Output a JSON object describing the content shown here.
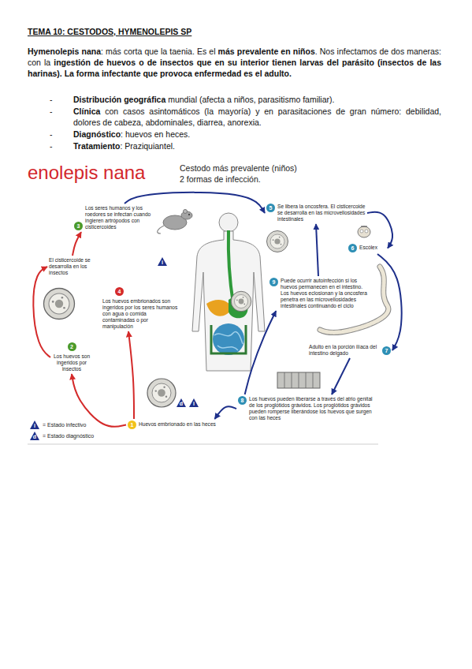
{
  "diagram": {
    "title": "TEMA 10: CESTODOS, HYMENOLEPIS SP",
    "nodes": [
      {
        "text": [
          "3",
          "Los seres humanos y los roedores se infectan cuando ingieren artrópodos con cisticercoides"
        ]
      },
      {
        "text": [
          "5",
          "Se libera la oncosfera. El cisticercoide se desarrolla en las microvellosidades intestinales"
        ]
      },
      {
        "text": [
          "El cisticercoide se desarrolla en los insectos"
        ]
      },
      {
        "text": [
          "6",
          "Escólex"
        ]
      },
      {
        "text": [
          "9",
          "Puede ocurrir autoinfección si los huevos permanecen en el intestino. Los huevos eclosionan y la oncosfera penetra en las microvellosidades intestinales continuando el ciclo"
        ]
      },
      {
        "text": [
          "4",
          "Los huevos embrionados son ingeridos por los seres humanos con agua o comida contaminadas o por manipulación"
        ]
      },
      {
        "text": [
          "7",
          "Adulto en la porción ilíaca del intestino delgado"
        ]
      },
      {
        "text": [
          "2",
          "Los huevos son ingeridos por insectos"
        ]
      },
      {
        "text": [
          "8",
          "Los huevos pueden liberarse a través del atrio genital de los proglótidos grávidos. Los proglótidos grávidos pueden romperse liberándose los huevos que surgen con las heces"
        ]
      },
      {
        "text": [
          "1",
          "Huevos embrionado en las heces"
        ]
      }
    ],
    "edges": [
      {
        "from": 9,
        "to": 7,
        "arrow": "to"
      },
      {
        "from": 7,
        "to": 2,
        "arrow": "to"
      },
      {
        "from": 2,
        "to": 0,
        "arrow": "to"
      },
      {
        "from": 9,
        "to": 5,
        "arrow": "to"
      },
      {
        "from": 0,
        "to": 1,
        "arrow": "to"
      },
      {
        "from": 1,
        "to": 3,
        "arrow": "to"
      },
      {
        "from": 3,
        "to": 6,
        "arrow": "to"
      },
      {
        "from": 6,
        "to": 8,
        "arrow": "to"
      },
      {
        "from": 8,
        "to": 9,
        "arrow": "to"
      },
      {
        "from": 8,
        "to": 4,
        "arrow": "to"
      },
      {
        "from": 4,
        "to": 1,
        "arrow": "to"
      }
    ],
    "labels": [
      "Hymenolepis nana",
      ": más corta que la taenia. Es el ",
      "más prevalente en niños",
      ". Nos infectamos de dos maneras: con la ",
      "ingestión de huevos o de insectos que en su interior tienen larvas del parásito (insectos de las harinas). La forma infectante que provoca enfermedad es el adulto.",
      "-",
      "Distribución geográfica",
      " mundial (afecta a niños, parasitismo familiar).",
      "-",
      "Clínica",
      " con casos asintomáticos (la mayoría) y en parasitaciones de gran número: debilidad, dolores de cabeza, abdominales, diarrea, anorexia.",
      "-",
      "Diagnóstico",
      ": huevos en heces.",
      "-",
      "Tratamiento",
      ": Praziquiantel.",
      "enolepis nana",
      "Cestodo más prevalente (niños)",
      "2 formas de infección.",
      "i",
      "d",
      "i",
      "i",
      "d"
    ],
    "legend": [
      {
        "text": "= Estado infectivo"
      },
      {
        "text": "= Estado diagnóstico"
      }
    ]
  }
}
